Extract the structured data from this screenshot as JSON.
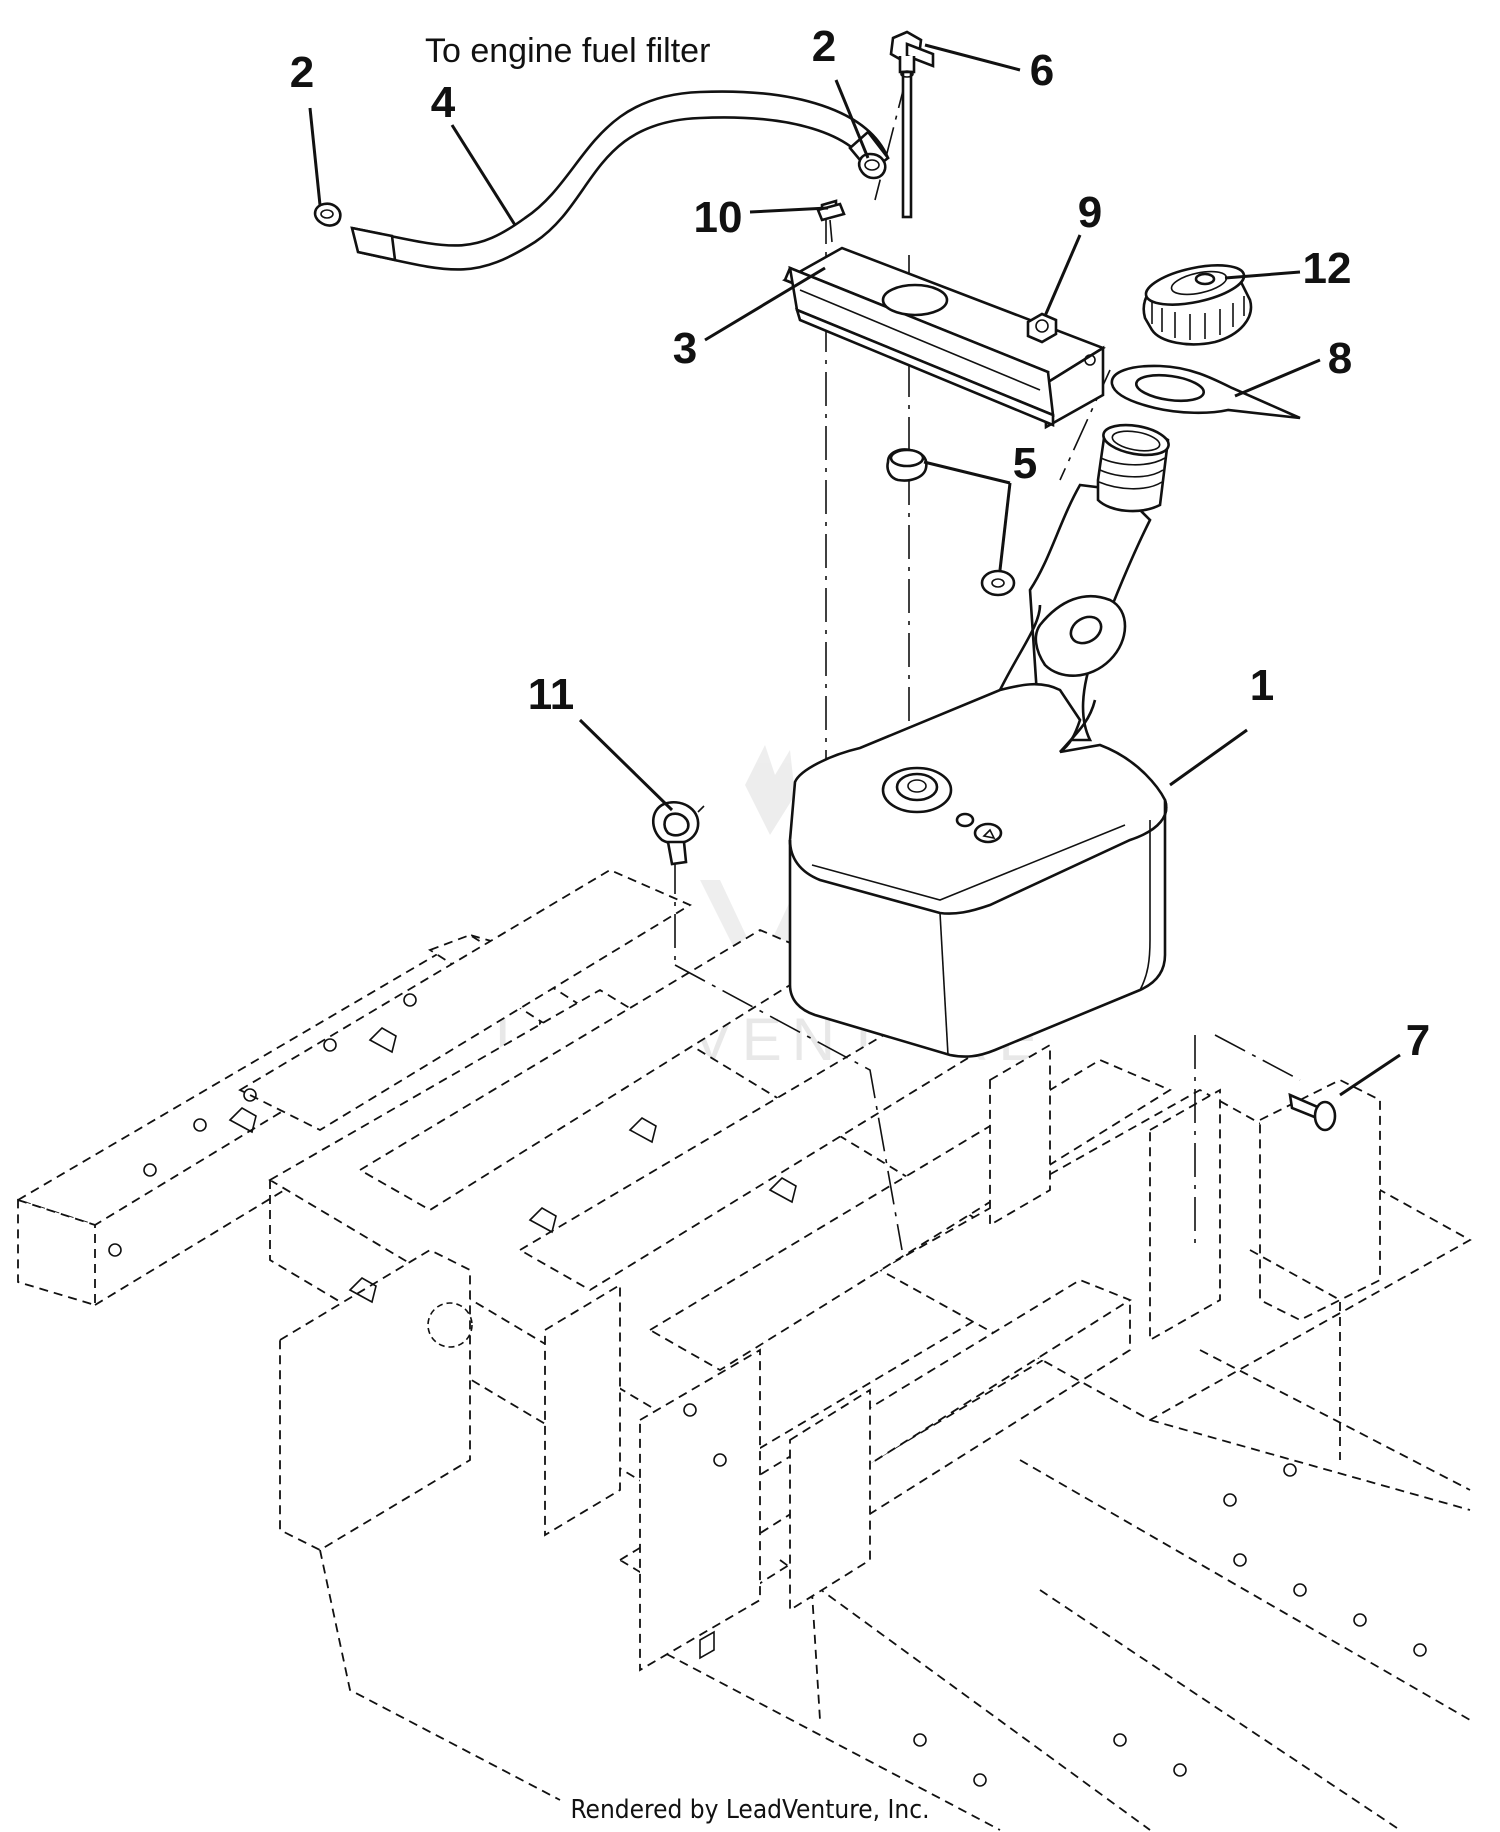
{
  "diagram": {
    "callouts": [
      {
        "id": "c1",
        "label": "1"
      },
      {
        "id": "c2a",
        "label": "2"
      },
      {
        "id": "c2b",
        "label": "2"
      },
      {
        "id": "c3",
        "label": "3"
      },
      {
        "id": "c4",
        "label": "4"
      },
      {
        "id": "c5",
        "label": "5"
      },
      {
        "id": "c6",
        "label": "6"
      },
      {
        "id": "c7",
        "label": "7"
      },
      {
        "id": "c8",
        "label": "8"
      },
      {
        "id": "c9",
        "label": "9"
      },
      {
        "id": "c10",
        "label": "10"
      },
      {
        "id": "c11",
        "label": "11"
      },
      {
        "id": "c12",
        "label": "12"
      }
    ],
    "hose_note": "To engine fuel filter",
    "credit": "Rendered by LeadVenture, Inc.",
    "watermark": "LEADVENTURE"
  }
}
